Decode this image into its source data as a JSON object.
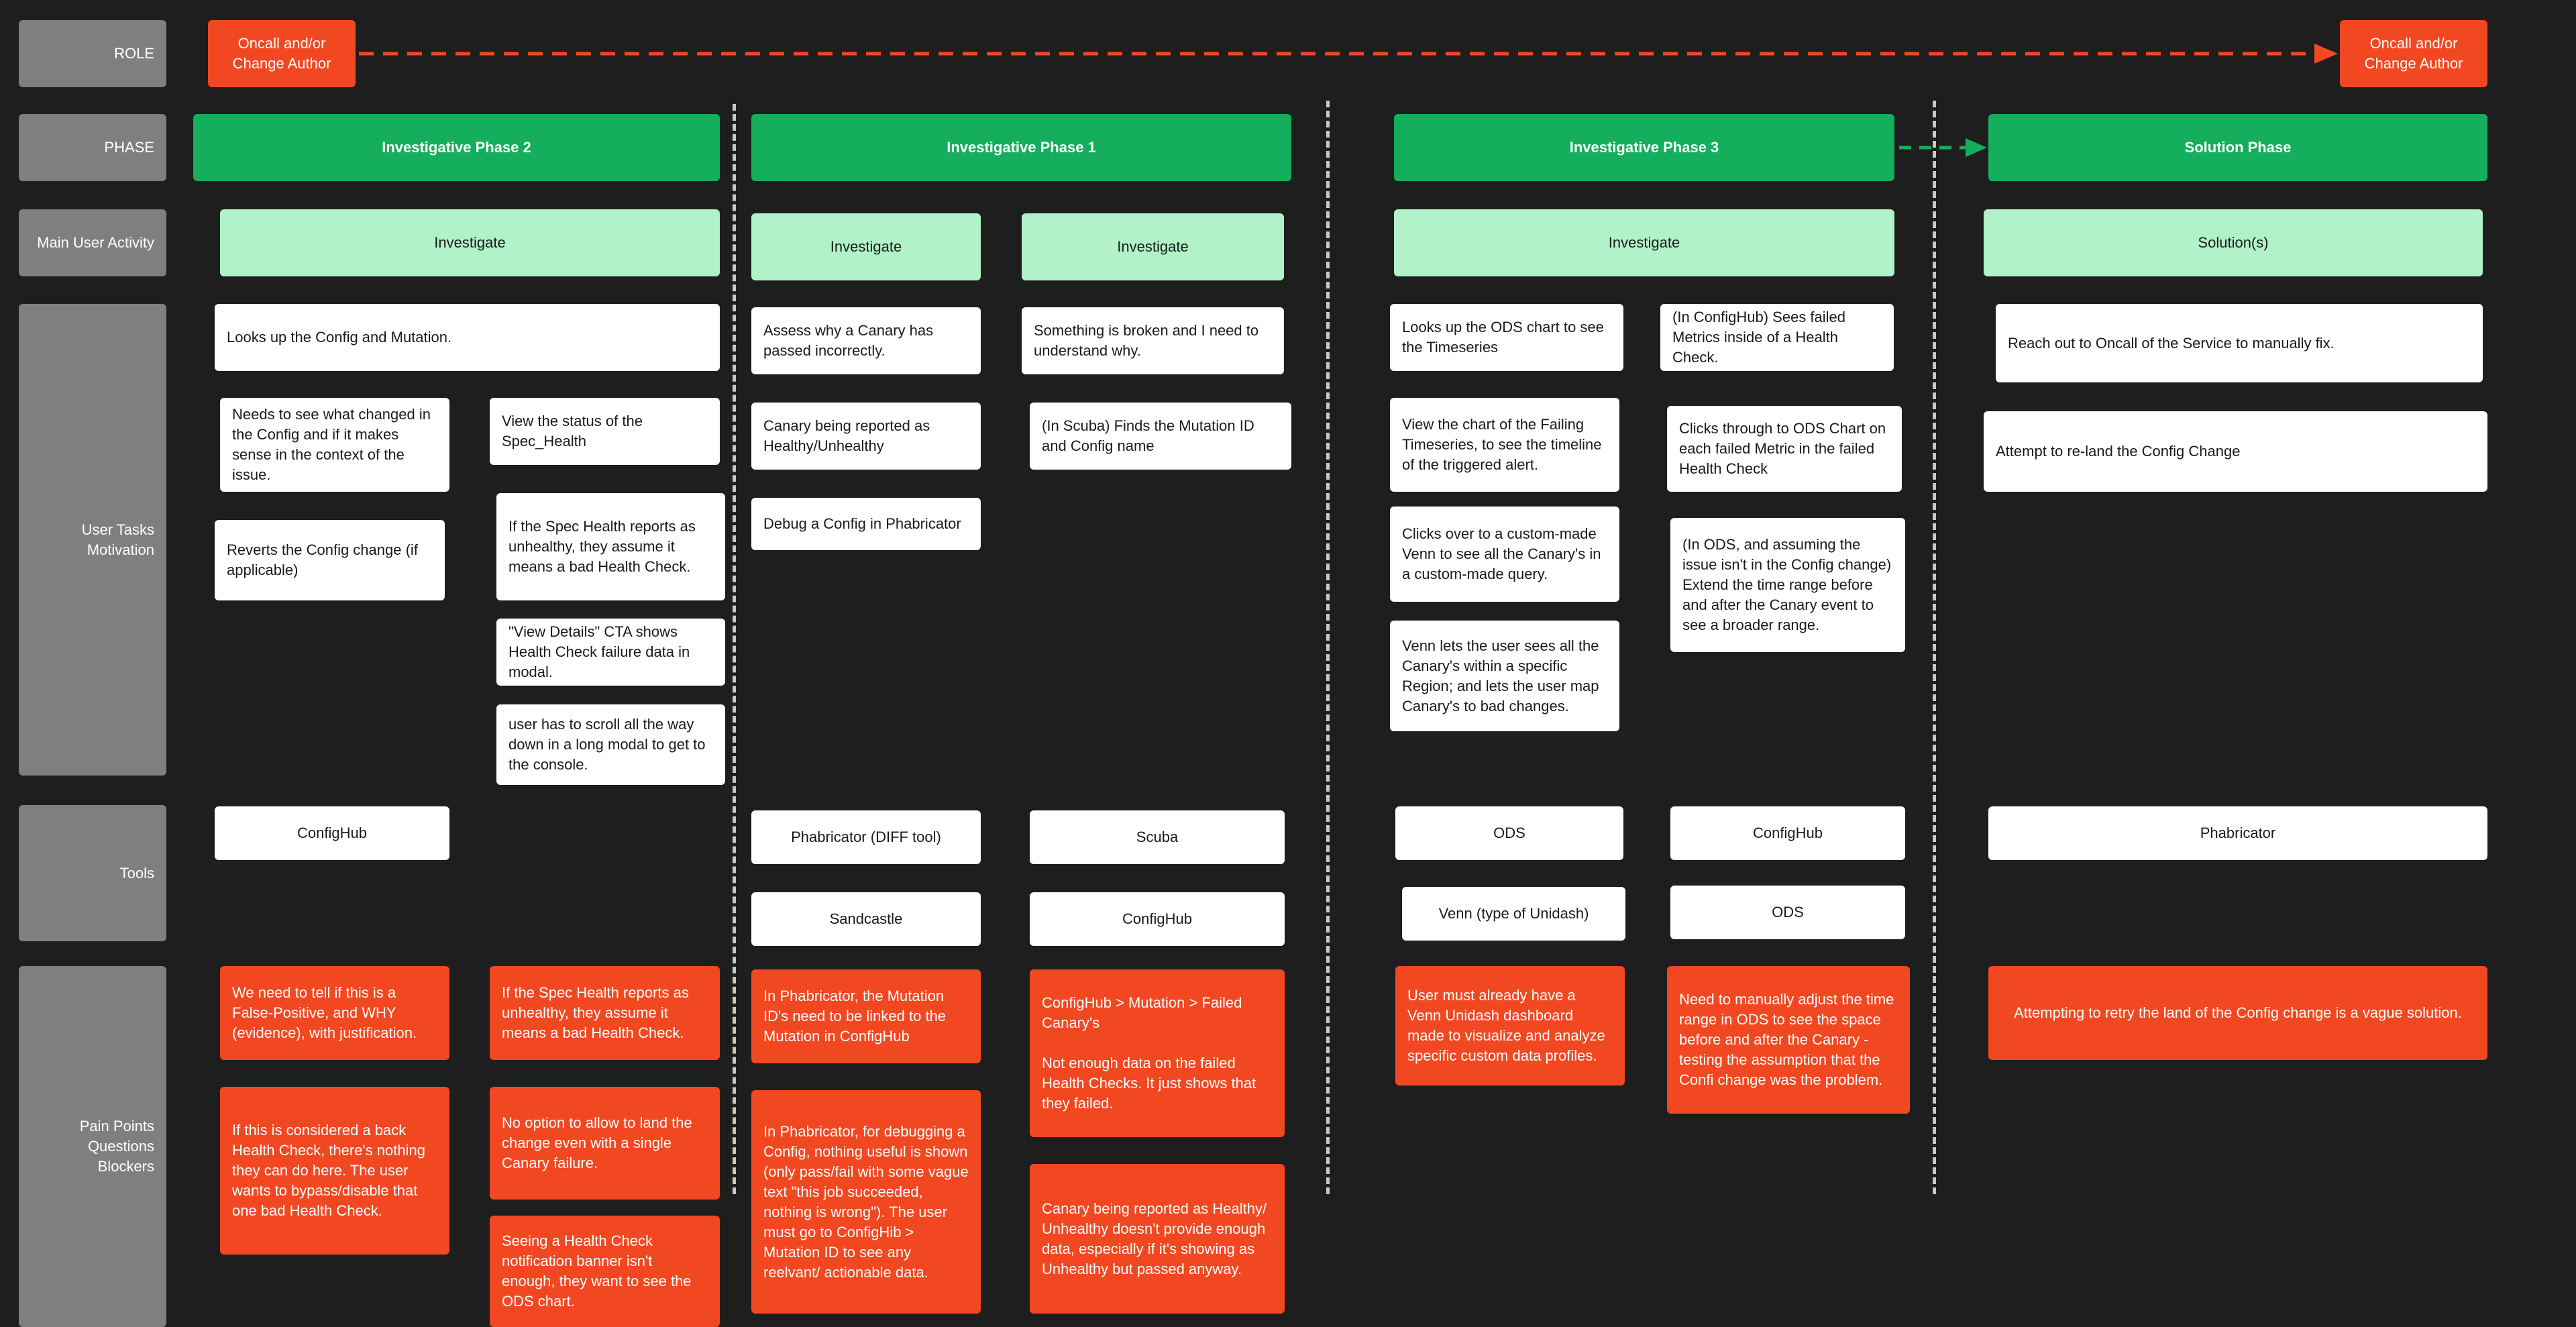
{
  "labels": {
    "role": "ROLE",
    "phase": "PHASE",
    "activity": "Main User Activity",
    "tasks": "User Tasks\nMotivation",
    "tools": "Tools",
    "pain": "Pain Points\nQuestions\nBlockers"
  },
  "roles": {
    "start": "Oncall and/or\nChange Author",
    "end": "Oncall and/or\nChange Author"
  },
  "phases": {
    "p2": "Investigative Phase 2",
    "p1": "Investigative Phase 1",
    "p3": "Investigative Phase 3",
    "solution": "Solution Phase"
  },
  "activities": {
    "p2": "Investigate",
    "p1a": "Investigate",
    "p1b": "Investigate",
    "p3": "Investigate",
    "solution": "Solution(s)"
  },
  "tasks": {
    "p2_lookup": "Looks up the Config and Mutation.",
    "p2_needs": "Needs to see what changed in the Config and if it makes sense in the context of the issue.",
    "p2_view_status": "View the status of the Spec_Health",
    "p2_reverts": "Reverts the Config change (if applicable)",
    "p2_spec_unhealthy": "If the Spec Health reports as unhealthy, they assume it means a bad Health Check.",
    "p2_view_details": "\"View Details\" CTA shows Health Check failure data in modal.",
    "p2_scroll": "user has to scroll all the way down in a long modal to get to the console.",
    "p1_assess": "Assess why a Canary has passed incorrectly.",
    "p1_canary_reported": "Canary being reported as Healthy/Unhealthy",
    "p1_debug": "Debug a Config in Phabricator",
    "p1_broken": "Something is broken and I need to understand why.",
    "p1_scuba": "(In Scuba) Finds the Mutation ID and Config name",
    "p3_ods_lookup": "Looks up the ODS chart to see the Timeseries",
    "p3_view_chart": "View the chart of the Failing Timeseries, to see the timeline of the triggered alert.",
    "p3_clicks_venn": "Clicks over to a custom-made Venn to see all the Canary's in a custom-made query.",
    "p3_venn_lets": "Venn lets the user sees all the Canary's within a specific Region; and lets the user map Canary's to bad changes.",
    "p3_confighub_sees": "(In ConfigHub) Sees failed Metrics inside of a Health Check.",
    "p3_clicks_through": "Clicks through to ODS Chart on each failed Metric in the failed Health Check",
    "p3_in_ods": "(In ODS, and assuming the issue isn't in the Config change) Extend the time range before and after the Canary event to see a broader range.",
    "sol_reach": "Reach out to Oncall of the Service to manually fix.",
    "sol_reland": "Attempt to re-land the Config Change"
  },
  "tools": {
    "p2_confighub": "ConfigHub",
    "p1_phab": "Phabricator (DIFF tool)",
    "p1_sandcastle": "Sandcastle",
    "p1_scuba": "Scuba",
    "p1_confighub": "ConfigHub",
    "p3_ods": "ODS",
    "p3_venn": "Venn (type of Unidash)",
    "p3_confighub": "ConfigHub",
    "p3_ods2": "ODS",
    "sol_phab": "Phabricator"
  },
  "pains": {
    "p2_false_pos": "We need to tell if this is a False-Positive, and WHY (evidence), with justification.",
    "p2_back_hc": "If this is considered a back Health Check, there's nothing they can do here. The user wants to bypass/disable that one bad Health Check.",
    "p2_spec_unhealthy": "If the Spec Health reports as unhealthy, they assume it means a bad Health Check.",
    "p2_no_option": "No option to allow to land the change even with a single Canary failure.",
    "p2_banner": "Seeing a Health Check notification banner isn't enough, they want to see the ODS chart.",
    "p1_mutation_linked": "In Phabricator, the Mutation ID's need to be linked to the Mutation in ConfigHub",
    "p1_debugging": "In Phabricator, for debugging a Config, nothing useful is shown (only pass/fail with some vague text \"this job succeeded, nothing is wrong\"). The user must go to ConfigHib > Mutation ID to see any reelvant/ actionable data.",
    "p1_failed_canary": "ConfigHub > Mutation > Failed Canary's\n\nNot enough data on the failed Health Checks. It just shows that they failed.",
    "p1_canary_reported": "Canary being reported as Healthy/ Unhealthy doesn't provide enough data, especially if it's showing as Unhealthy but passed anyway.",
    "p3_venn_dash": "User must already have a Venn Unidash dashboard made to visualize and analyze specific custom data profiles.",
    "p3_manual_adjust": "Need to manually adjust the time range in ODS to see the space before and after the Canary - testing the assumption that the Confi change was the problem.",
    "sol_vague": "Attempting to retry the land of the Config change is a vague solution."
  },
  "colors": {
    "background": "#1e1e1e",
    "label": "#7f7f7f",
    "red": "#f24822",
    "green": "#14ae5c",
    "mint": "#b1f2c8",
    "white": "#ffffff",
    "divider": "#c8c8c8"
  }
}
